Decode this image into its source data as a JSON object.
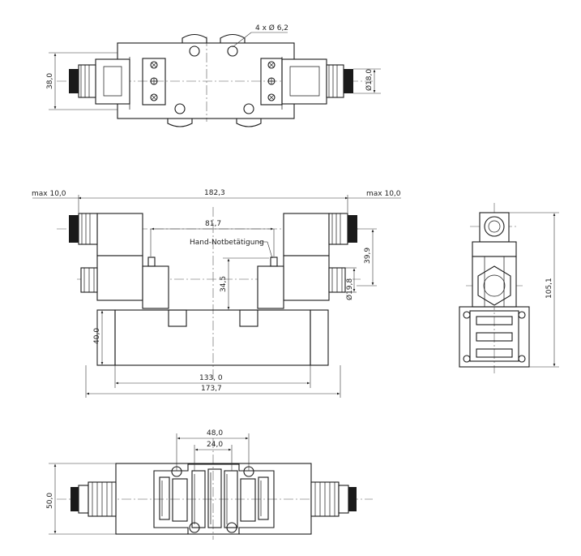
{
  "labels": {
    "holes": "4 x Ø 6,2",
    "top_height": "38,0",
    "top_dia": "Ø18,0",
    "max_left": "max 10,0",
    "overall": "182,3",
    "max_right": "max 10,0",
    "spacing": "81,7",
    "hand": "Hand-Notbetätigung",
    "h345": "34,5",
    "h399": "39,9",
    "dia198": "Ø19,8",
    "h400": "40,0",
    "w1330": "133, 0",
    "w1737": "173,7",
    "h1051": "105,1",
    "w480": "48,0",
    "w240": "24,0",
    "h500": "50,0"
  }
}
